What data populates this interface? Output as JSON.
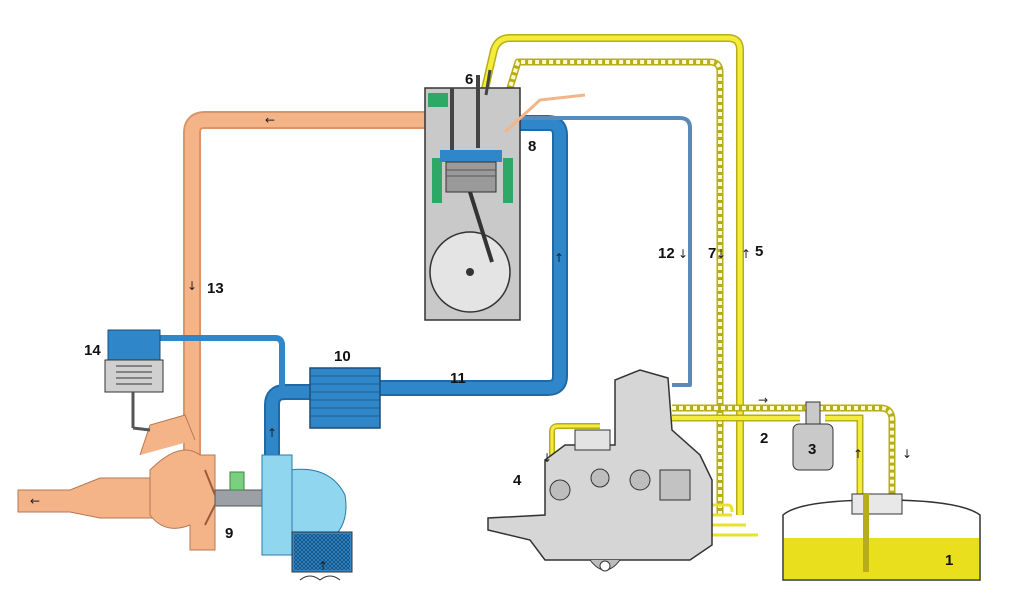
{
  "colors": {
    "exhaust": "#f5b488",
    "exhaust_dark": "#d9946a",
    "intake_air": "#2f86c8",
    "intake_air_light": "#8fd6ee",
    "fuel_supply": "#f3ec3a",
    "fuel_return": "#f3ec3a",
    "fuel_tank": "#eadf1c",
    "engine_gray": "#c9c9c9",
    "engine_green": "#2ea866",
    "pump_gray": "#d6d6d6",
    "line_dark": "#333333"
  },
  "labels": {
    "l1": "1",
    "l2": "2",
    "l3": "3",
    "l4": "4",
    "l5": "5",
    "l6": "6",
    "l7": "7",
    "l8": "8",
    "l9": "9",
    "l10": "10",
    "l11": "11",
    "l12": "12",
    "l13": "13",
    "l14": "14"
  },
  "arrows": {
    "up": "↑",
    "down": "↓",
    "left": "←",
    "right": "→"
  },
  "icons": {
    "tank": "fuel-tank-icon",
    "filter": "fuel-filter-icon",
    "pump": "injection-pump-icon",
    "engine": "engine-cylinder-icon",
    "turbo": "turbocharger-icon",
    "intercooler": "intercooler-icon",
    "wastegate": "wastegate-actuator-icon",
    "airfilter": "air-filter-icon"
  }
}
